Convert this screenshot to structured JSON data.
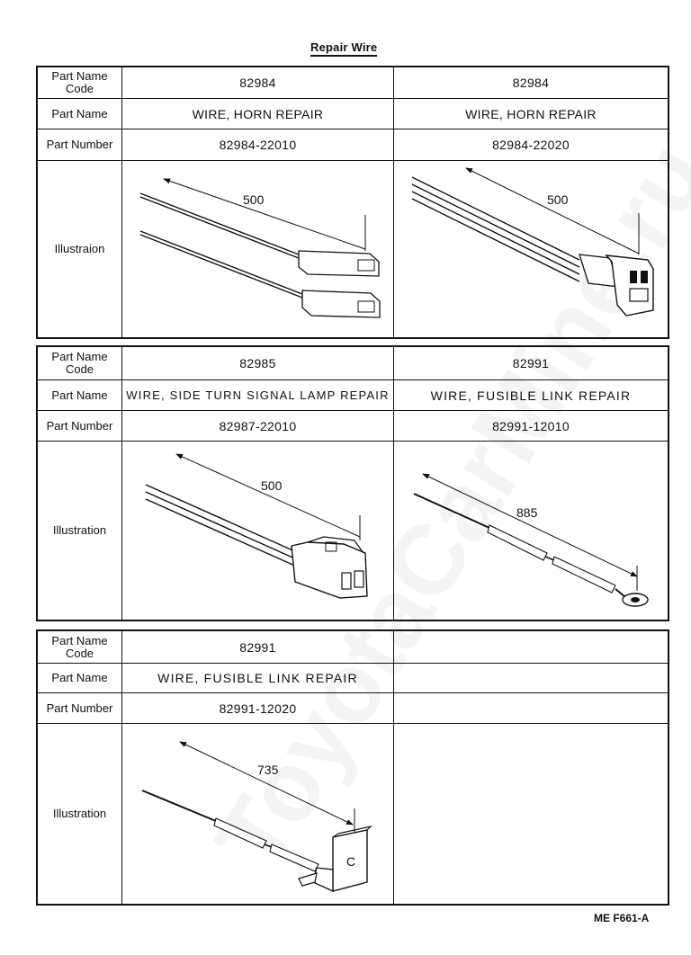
{
  "title": "Repair Wire",
  "labels": {
    "code": "Part Name Code",
    "name": "Part Name",
    "number": "Part Number",
    "illustration_a": "Illustraion",
    "illustration_b": "Illustration"
  },
  "tables": [
    {
      "parts": [
        {
          "code": "82984",
          "name": "WIRE, HORN REPAIR",
          "number": "82984-22010",
          "length": "500"
        },
        {
          "code": "82984",
          "name": "WIRE, HORN REPAIR",
          "number": "82984-22020",
          "length": "500"
        }
      ]
    },
    {
      "parts": [
        {
          "code": "82985",
          "name": "WIRE, SIDE TURN SIGNAL LAMP REPAIR",
          "number": "82987-22010",
          "length": "500"
        },
        {
          "code": "82991",
          "name": "WIRE, FUSIBLE LINK REPAIR",
          "number": "82991-12010",
          "length": "885"
        }
      ]
    },
    {
      "parts": [
        {
          "code": "82991",
          "name": "WIRE, FUSIBLE LINK REPAIR",
          "number": "82991-12020",
          "length": "735",
          "terminal_mark": "C"
        }
      ]
    }
  ],
  "footer": "ME F661-A",
  "watermark": "ToyotaCarMine.ru"
}
